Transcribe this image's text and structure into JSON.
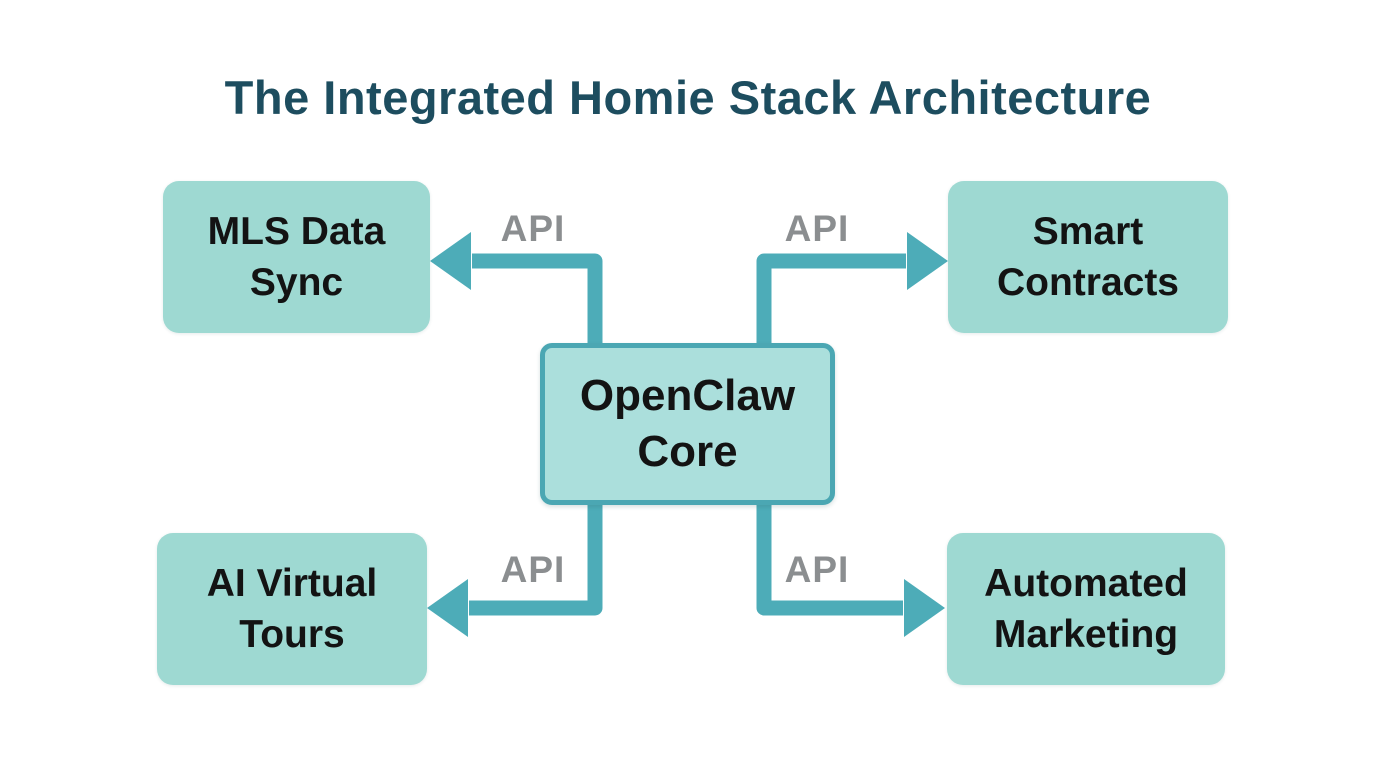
{
  "title": "The Integrated Homie Stack Architecture",
  "core": {
    "label": "OpenClaw Core"
  },
  "nodes": [
    {
      "id": "mls-data-sync",
      "label": "MLS Data Sync",
      "position": "top-left"
    },
    {
      "id": "smart-contracts",
      "label": "Smart Contracts",
      "position": "top-right"
    },
    {
      "id": "ai-virtual-tours",
      "label": "AI Virtual Tours",
      "position": "bottom-left"
    },
    {
      "id": "automated-marketing",
      "label": "Automated Marketing",
      "position": "bottom-right"
    }
  ],
  "connections": [
    {
      "from": "OpenClaw Core",
      "to": "MLS Data Sync",
      "label": "API"
    },
    {
      "from": "OpenClaw Core",
      "to": "Smart Contracts",
      "label": "API"
    },
    {
      "from": "OpenClaw Core",
      "to": "AI Virtual Tours",
      "label": "API"
    },
    {
      "from": "OpenClaw Core",
      "to": "Automated Marketing",
      "label": "API"
    }
  ],
  "colors": {
    "background": "#ffffff",
    "title_text": "#1d4d5f",
    "node_fill": "#9ed9d2",
    "core_fill": "#abdfdc",
    "core_border": "#4ba7b3",
    "connector": "#4dacb8",
    "api_label_text": "#8b8e90",
    "node_text": "#131313"
  }
}
